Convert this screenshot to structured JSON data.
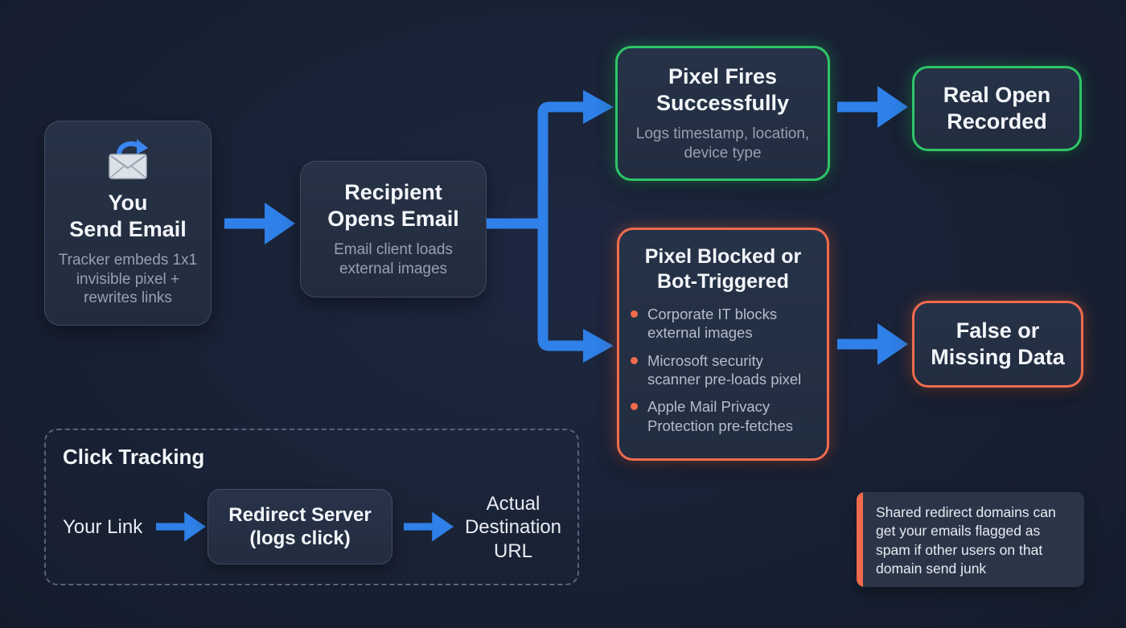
{
  "palette": {
    "background": "#182134",
    "node_fill": "#242e40",
    "node_border": "#3f4b61",
    "arrow_blue": "#2f80e8",
    "success_green": "#2ec568",
    "warning_orange": "#f06b4d",
    "heading_text": "#f3f6fa",
    "muted_text": "#96a1b2",
    "note_fill": "#2b3547",
    "dashed_border": "#55647d"
  },
  "icons": {
    "send_email": "envelope-with-arrow"
  },
  "flow": {
    "send": {
      "title_lines": [
        "You",
        "Send Email"
      ],
      "subtitle": "Tracker embeds 1x1 invisible pixel + rewrites links"
    },
    "open": {
      "title_lines": [
        "Recipient",
        "Opens Email"
      ],
      "subtitle": "Email client loads external images"
    },
    "success": {
      "title_lines": [
        "Pixel Fires",
        "Successfully"
      ],
      "subtitle": "Logs timestamp, location, device type"
    },
    "success_result": {
      "title_lines": [
        "Real Open",
        "Recorded"
      ]
    },
    "blocked": {
      "title_lines": [
        "Pixel Blocked or",
        "Bot-Triggered"
      ],
      "bullets": [
        "Corporate IT blocks external images",
        "Microsoft security scanner pre-loads pixel",
        "Apple Mail Privacy Protection pre-fetches"
      ]
    },
    "blocked_result": {
      "title_lines": [
        "False or",
        "Missing Data"
      ]
    }
  },
  "click_tracking": {
    "title": "Click Tracking",
    "source_label": "Your Link",
    "server_lines": [
      "Redirect Server",
      "(logs click)"
    ],
    "destination_label": "Actual Destination URL"
  },
  "note": {
    "text": "Shared redirect domains can get your emails flagged as spam if other users on that domain send junk"
  }
}
